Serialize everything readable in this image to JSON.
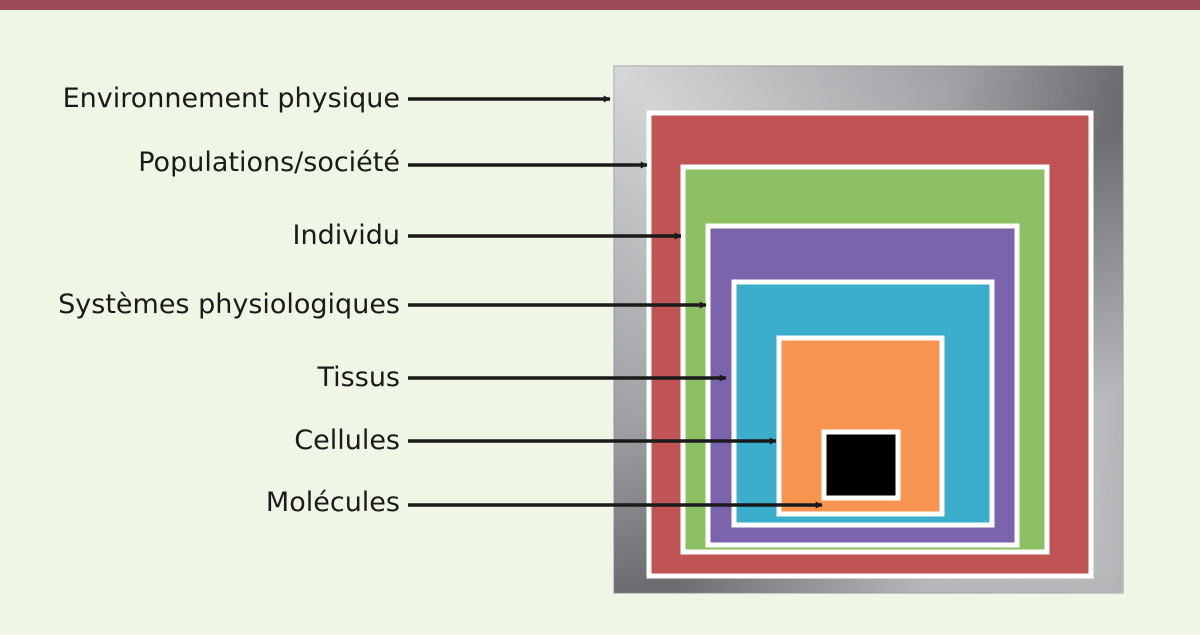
{
  "levels": [
    {
      "label": "Environnement physique",
      "color": "#8a8b8e"
    },
    {
      "label": "Populations/société",
      "color": "#c05353"
    },
    {
      "label": "Individu",
      "color": "#8dbf63"
    },
    {
      "label": "Systèmes physiologiques",
      "color": "#7c63ad"
    },
    {
      "label": "Tissus",
      "color": "#3aaecb"
    },
    {
      "label": "Cellules",
      "color": "#f7944f"
    },
    {
      "label": "Molécules",
      "color": "#000000"
    }
  ]
}
